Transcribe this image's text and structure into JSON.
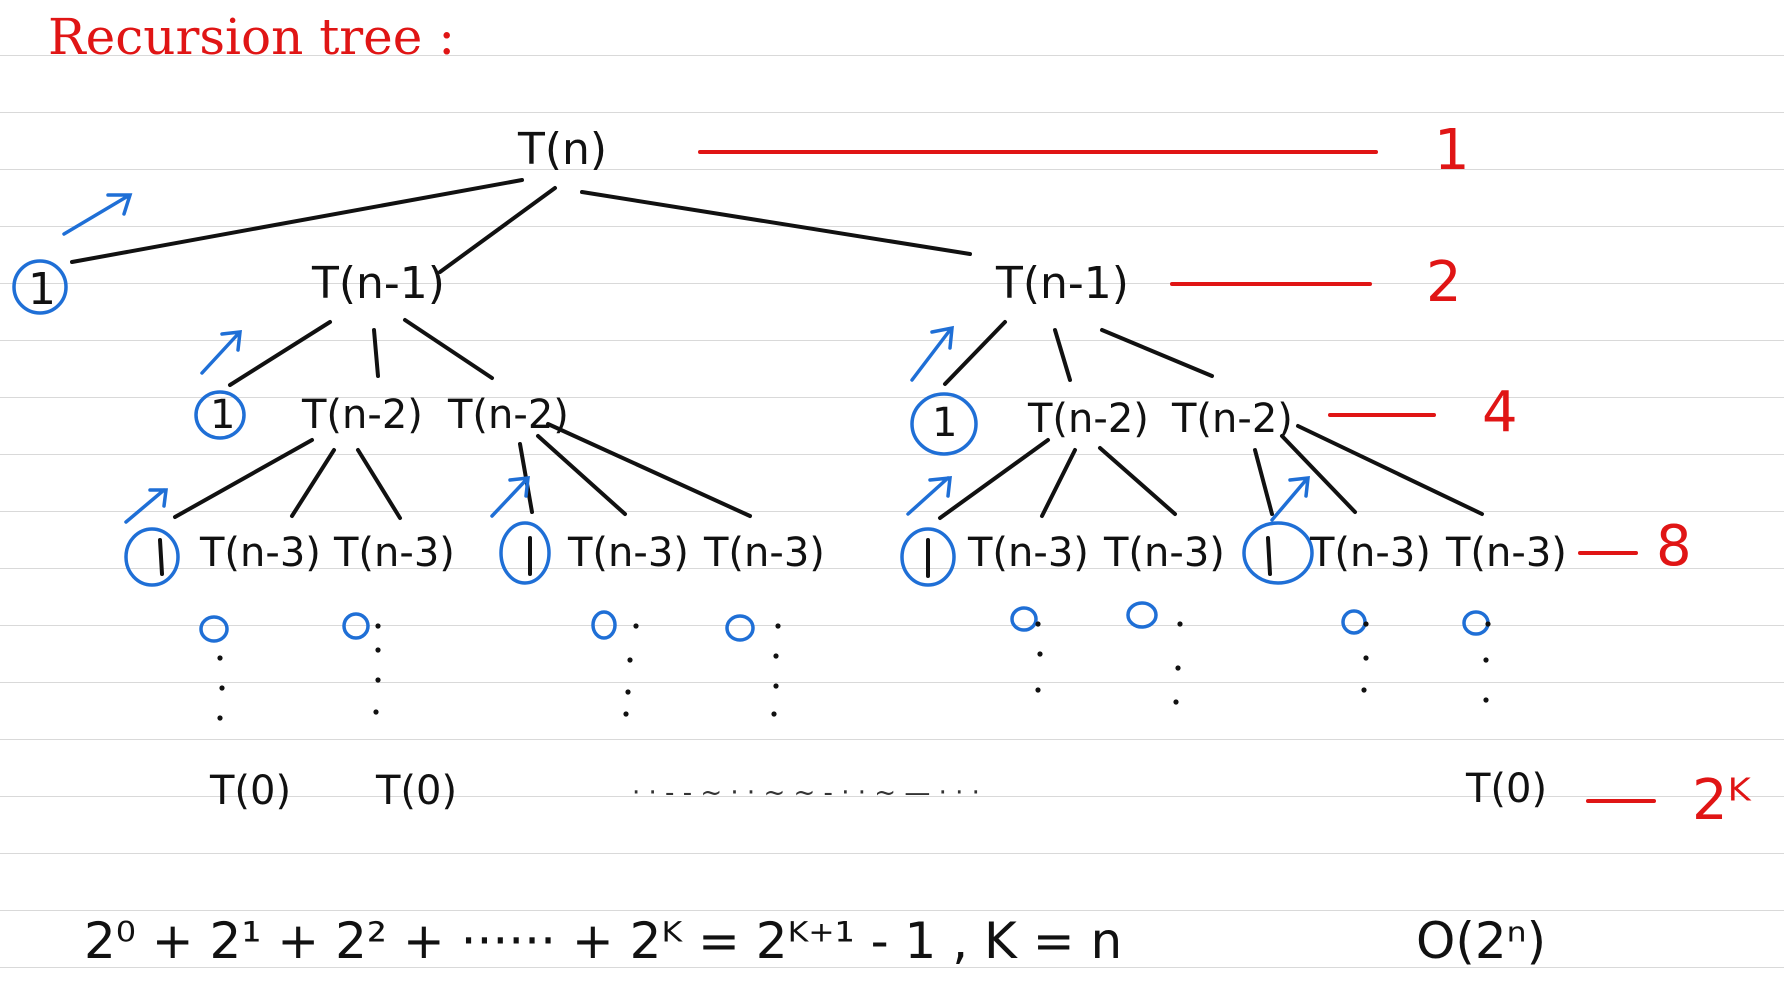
{
  "title": "Recursion tree :",
  "tree": {
    "root": "T(n)",
    "level1": [
      "T(n-1)",
      "T(n-1)"
    ],
    "level2": [
      "T(n-2)",
      "T(n-2)",
      "T(n-2)",
      "T(n-2)"
    ],
    "level3": [
      "T(n-3)",
      "T(n-3)",
      "T(n-3)",
      "T(n-3)",
      "T(n-3)",
      "T(n-3)",
      "T(n-3)",
      "T(n-3)"
    ],
    "unit_cost": "1",
    "leaves": [
      "T(0)",
      "T(0)",
      "T(0)"
    ],
    "ellipsis": "· ·    - - ~ ·  ·  ~   ~   - · ·  ~  — · · ·"
  },
  "level_counts": [
    "1",
    "2",
    "4",
    "8",
    "2ᴷ"
  ],
  "formula": {
    "sum": "2⁰ + 2¹ + 2² + ······ + 2ᴷ = 2ᴷ⁺¹ - 1 ,  K = n",
    "complexity": "O(2ⁿ)"
  },
  "colors": {
    "ink": "#111111",
    "red": "#e01515",
    "blue": "#1f6fd6",
    "rule": "#d9d9d9"
  }
}
